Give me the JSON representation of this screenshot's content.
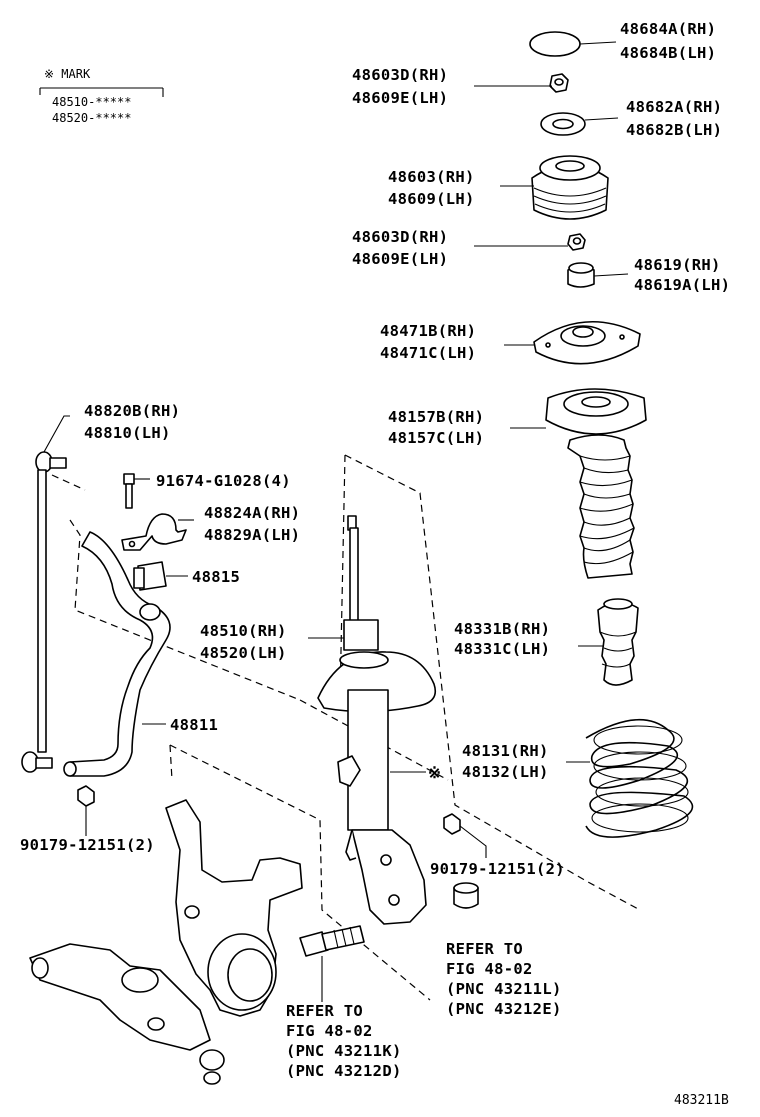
{
  "mark_box": {
    "title": "※ MARK",
    "lines": [
      "48510-*****",
      "48520-*****"
    ]
  },
  "labels": {
    "p48684": [
      "48684A(RH)",
      "48684B(LH)"
    ],
    "p48603d_a": [
      "48603D(RH)",
      "48609E(LH)"
    ],
    "p48682": [
      "48682A(RH)",
      "48682B(LH)"
    ],
    "p48603": [
      "48603(RH)",
      "48609(LH)"
    ],
    "p48603d_b": [
      "48603D(RH)",
      "48609E(LH)"
    ],
    "p48619": [
      "48619(RH)",
      "48619A(LH)"
    ],
    "p48471": [
      "48471B(RH)",
      "48471C(LH)"
    ],
    "p48157": [
      "48157B(RH)",
      "48157C(LH)"
    ],
    "p48820": [
      "48820B(RH)",
      "48810(LH)"
    ],
    "p91674": "91674-G1028(4)",
    "p48824": [
      "48824A(RH)",
      "48829A(LH)"
    ],
    "p48815": "48815",
    "p48510": [
      "48510(RH)",
      "48520(LH)"
    ],
    "p48331": [
      "48331B(RH)",
      "48331C(LH)"
    ],
    "p48811": "48811",
    "p48131": [
      "48131(RH)",
      "48132(LH)"
    ],
    "mark_symbol": "※",
    "p90179_left": "90179-12151(2)",
    "p90179_right": "90179-12151(2)",
    "refer_right": [
      "REFER TO",
      "FIG 48-02",
      "(PNC 43211L)",
      "(PNC 43212E)"
    ],
    "refer_bottom": [
      "REFER TO",
      "FIG 48-02",
      "(PNC 43211K)",
      "(PNC 43212D)"
    ]
  },
  "figure_id": "483211B"
}
